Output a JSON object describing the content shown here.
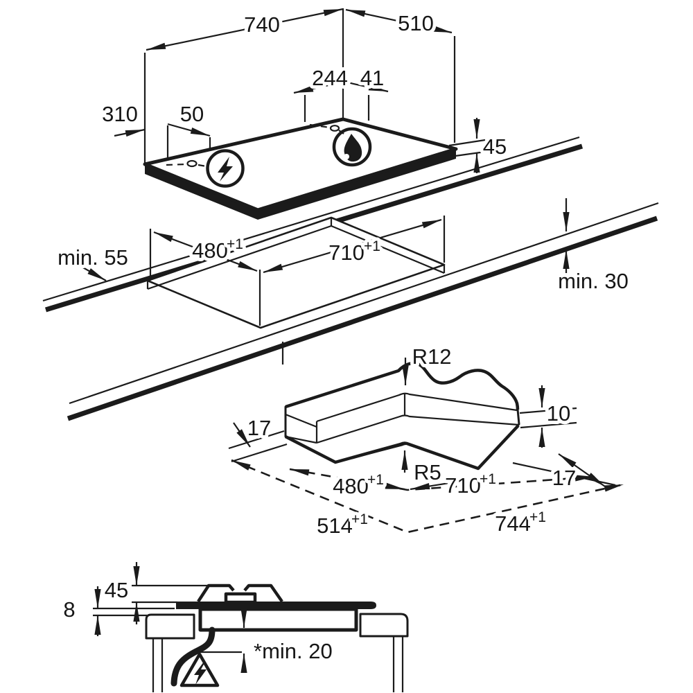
{
  "page": {
    "background": "#ffffff",
    "line_color": "#1b1b1b",
    "title": "hob-installation-dimensions-diagram"
  },
  "icons": {
    "electric_connection": "lightning-bolt-circle-icon",
    "gas_burner": "flame-circle-icon",
    "electric_hazard": "lightning-warning-triangle-icon"
  },
  "top_view": {
    "width": "740",
    "depth": "510",
    "gas_offset_back": "244",
    "gas_offset_side": "41",
    "elec_offset_side": "310",
    "elec_offset_spacing": "50",
    "hob_height": "45"
  },
  "worktop_view": {
    "front_clearance": "min. 55",
    "cutout_width": "480",
    "cutout_width_tol": "+1",
    "cutout_length": "710",
    "cutout_length_tol": "+1",
    "thickness": "min. 30"
  },
  "corner_view": {
    "top_radius": "R12",
    "bottom_radius": "R5",
    "ledge_left": "17",
    "ledge_right": "17",
    "ledge_depth": "10",
    "lower_width": "480",
    "lower_width_tol": "+1",
    "lower_length": "710",
    "lower_length_tol": "+1",
    "upper_width": "514",
    "upper_width_tol": "+1",
    "upper_length": "744",
    "upper_length_tol": "+1"
  },
  "side_view": {
    "glass_height": "8",
    "mounting_height": "45",
    "clearance": "*min. 20"
  }
}
